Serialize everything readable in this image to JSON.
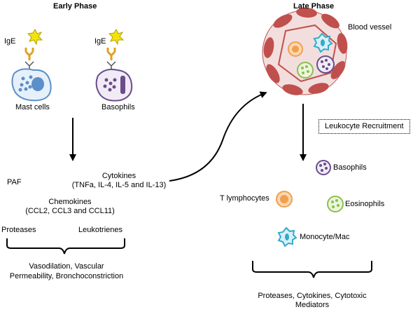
{
  "early_phase": {
    "title": "Early Phase",
    "ige_label_1": "IgE",
    "ige_label_2": "IgE",
    "mast_cells": "Mast cells",
    "basophils": "Basophils",
    "paf": "PAF",
    "cytokines_title": "Cytokines",
    "cytokines_list": "(TNFa, IL-4, IL-5 and IL-13)",
    "chemokines_title": "Chemokines",
    "chemokines_list": "(CCL2, CCL3 and CCL11)",
    "proteases": "Proteases",
    "leukotrienes": "Leukotrienes",
    "outcome_line1": "Vasodilation, Vascular",
    "outcome_line2": "Permeability, Bronchoconstriction"
  },
  "late_phase": {
    "title": "Late Phase",
    "blood_vessel": "Blood vessel",
    "leukocyte_recruitment": "Leukocyte Recruitment",
    "basophils": "Basophils",
    "t_lymphocytes": "T lymphocytes",
    "eosinophils": "Eosinophils",
    "monocyte": "Monocyte/Mac",
    "outcome_line1": "Proteases, Cytokines, Cytotoxic",
    "outcome_line2": "Mediators"
  },
  "colors": {
    "mast_cell": "#5b8fc9",
    "basophil": "#6a4d8c",
    "vessel_wall": "#c0504d",
    "vessel_lumen": "#f3dede",
    "t_lymphocyte": "#f0a050",
    "eosinophil": "#8cbf4f",
    "monocyte": "#36a9c9",
    "ige": "#e0a020",
    "antigen": "#f2e40a"
  }
}
